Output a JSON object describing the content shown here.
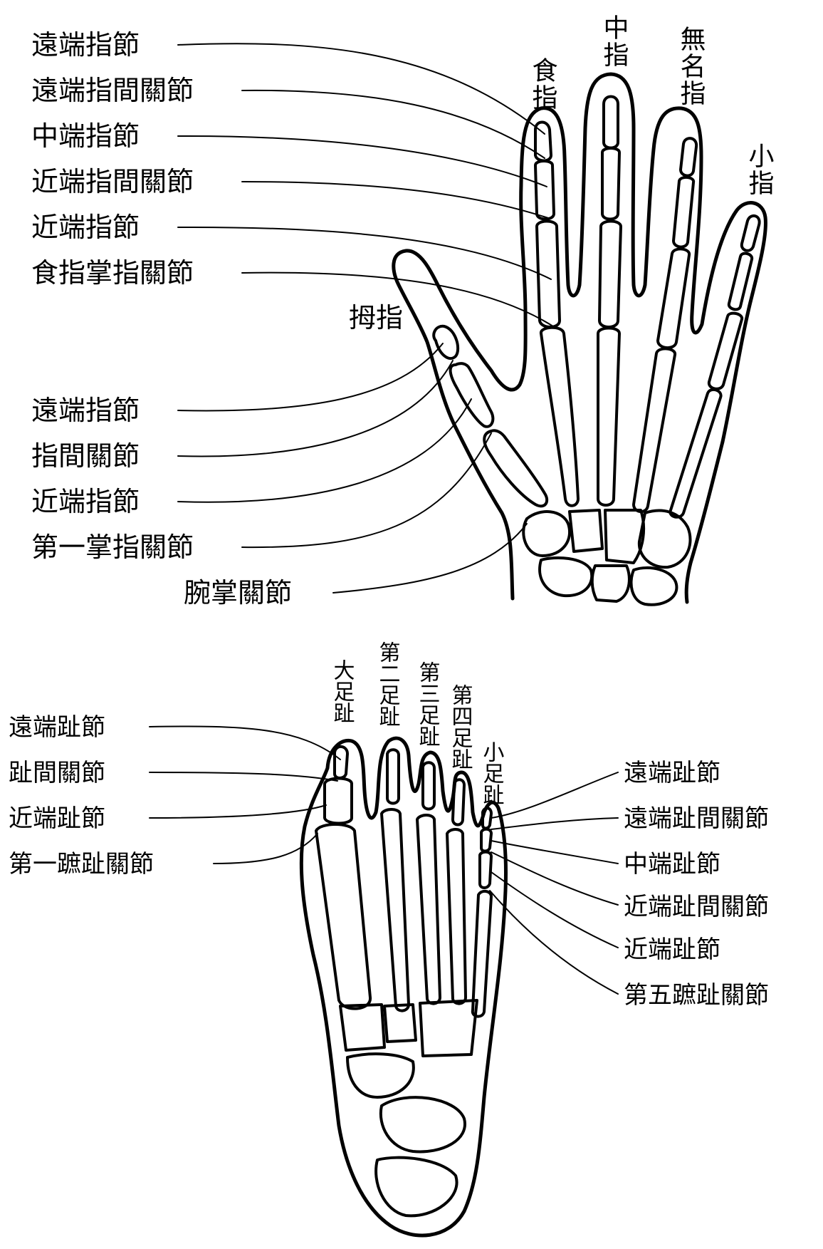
{
  "hand": {
    "finger_labels": {
      "index": "食指",
      "middle": "中指",
      "ring": "無名指",
      "little": "小指",
      "thumb": "拇指"
    },
    "index_finger_labels": [
      "遠端指節",
      "遠端指間關節",
      "中端指節",
      "近端指間關節",
      "近端指節",
      "食指掌指關節"
    ],
    "thumb_labels": [
      "遠端指節",
      "指間關節",
      "近端指節",
      "第一掌指關節"
    ],
    "wrist_label": "腕掌關節"
  },
  "foot": {
    "toe_labels": {
      "big": "大足趾",
      "second": "第二足趾",
      "third": "第三足趾",
      "fourth": "第四足趾",
      "little": "小足趾"
    },
    "big_toe_labels": [
      "遠端趾節",
      "趾間關節",
      "近端趾節",
      "第一蹠趾關節"
    ],
    "little_toe_labels": [
      "遠端趾節",
      "遠端趾間關節",
      "中端趾節",
      "近端趾間關節",
      "近端趾節",
      "第五蹠趾關節"
    ]
  }
}
